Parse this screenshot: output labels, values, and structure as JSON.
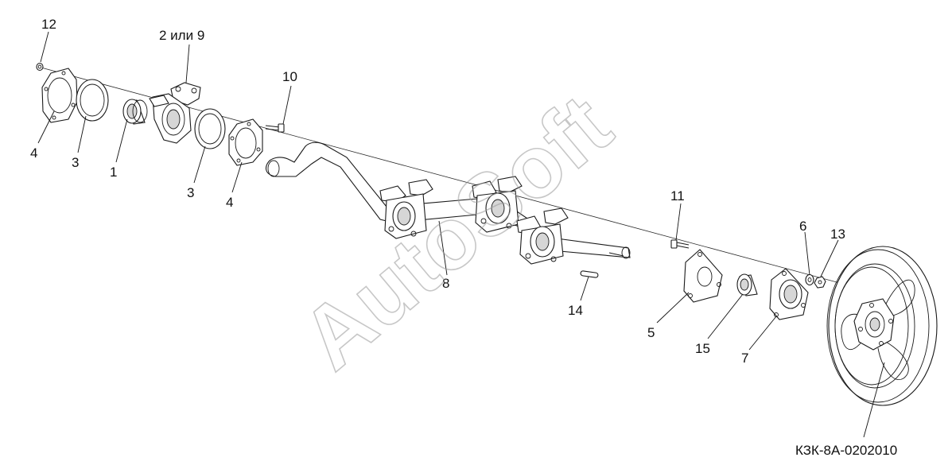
{
  "drawing_code": "КЗК-8А-0202010",
  "watermark": "AutoSoft",
  "corner_text": "",
  "callouts": [
    {
      "id": "c12",
      "text": "12"
    },
    {
      "id": "c2or9",
      "text": "2 или 9"
    },
    {
      "id": "c10",
      "text": "10"
    },
    {
      "id": "c4a",
      "text": "4"
    },
    {
      "id": "c3a",
      "text": "3"
    },
    {
      "id": "c1",
      "text": "1"
    },
    {
      "id": "c3b",
      "text": "3"
    },
    {
      "id": "c4b",
      "text": "4"
    },
    {
      "id": "c8",
      "text": "8"
    },
    {
      "id": "c14",
      "text": "14"
    },
    {
      "id": "c11",
      "text": "11"
    },
    {
      "id": "c5",
      "text": "5"
    },
    {
      "id": "c15",
      "text": "15"
    },
    {
      "id": "c6",
      "text": "6"
    },
    {
      "id": "c13",
      "text": "13"
    },
    {
      "id": "c7",
      "text": "7"
    }
  ]
}
